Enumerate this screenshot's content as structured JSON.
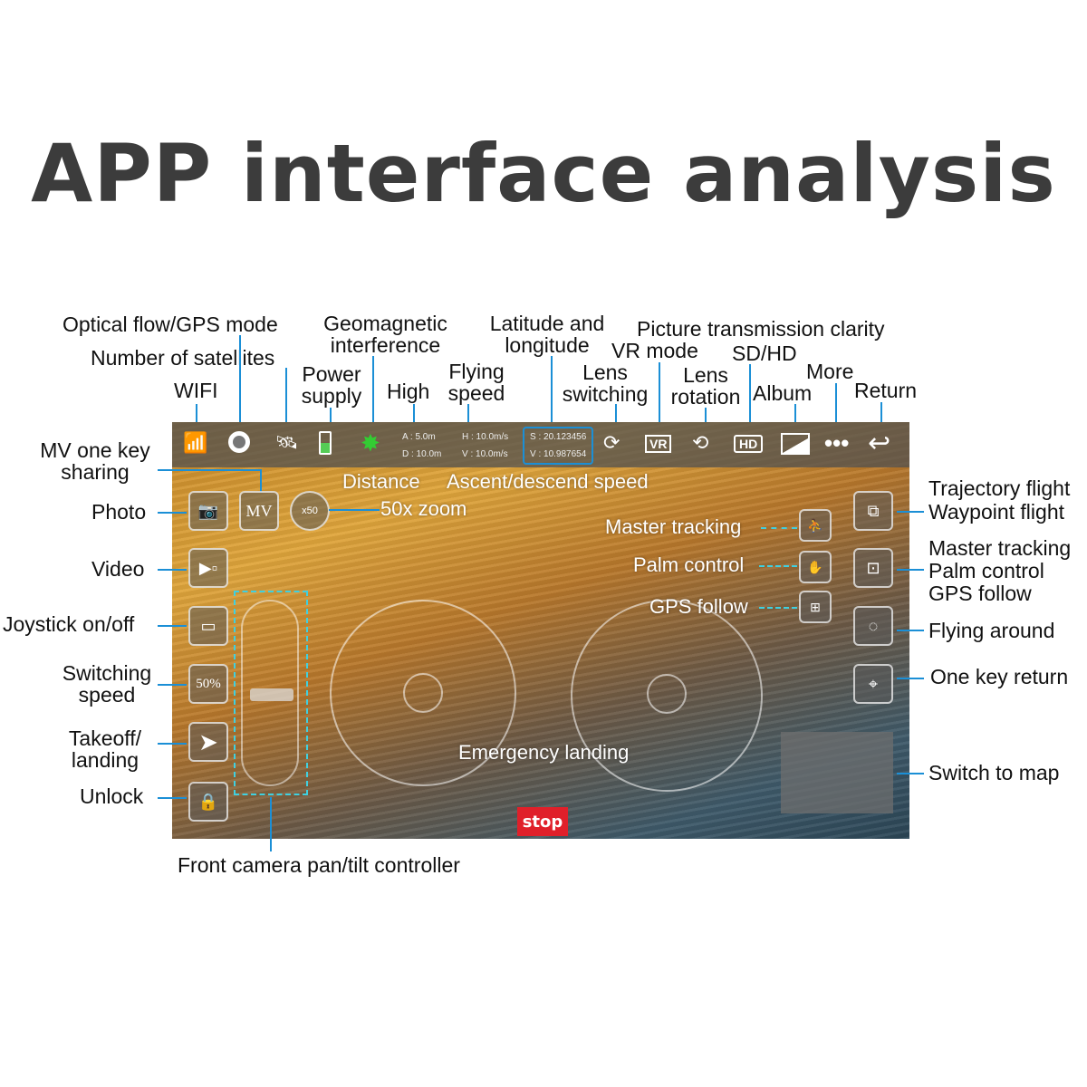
{
  "title": "APP interface analysis",
  "top_labels": {
    "optical": "Optical flow/GPS mode",
    "satellites": "Number of satellites",
    "wifi": "WIFI",
    "geo": "Geomagnetic interference",
    "power": "Power supply",
    "high": "High",
    "flying_speed": "Flying speed",
    "latlon": "Latitude and longitude",
    "lens_switch": "Lens switching",
    "vr": "VR mode",
    "clarity": "Picture transmission clarity",
    "sdhd": "SD/HD",
    "lens_rot": "Lens rotation",
    "album": "Album",
    "more": "More",
    "return": "Return"
  },
  "left_labels": {
    "mv": "MV one key sharing",
    "photo": "Photo",
    "video": "Video",
    "joystick": "Joystick on/off",
    "speed": "Switching speed",
    "takeoff": "Takeoff/ landing",
    "unlock": "Unlock"
  },
  "right_labels": {
    "traj": "Trajectory flight",
    "waypoint": "Waypoint flight",
    "mt": "Master tracking",
    "pc": "Palm control",
    "gps": "GPS follow",
    "around": "Flying around",
    "return": "One key return",
    "map": "Switch to map"
  },
  "bottom_label": "Front camera pan/tilt controller",
  "overlay": {
    "distance": "Distance",
    "ascent": "Ascent/descend speed",
    "zoom": "50x zoom",
    "master": "Master tracking",
    "palm": "Palm control",
    "gps": "GPS follow",
    "emergency": "Emergency landing",
    "stop": "stop"
  },
  "telemetry": {
    "a": "A : 5.0m",
    "d": "D : 10.0m",
    "h": "H : 10.0m/s",
    "v": "V : 10.0m/s",
    "s": "S : 20.123456",
    "lon": "V : 10.987654"
  },
  "buttons": {
    "mv": "MV",
    "zoom": "x50",
    "speed": "50%",
    "hd": "HD",
    "vr": "VR"
  },
  "accent": "#1b8fd6"
}
